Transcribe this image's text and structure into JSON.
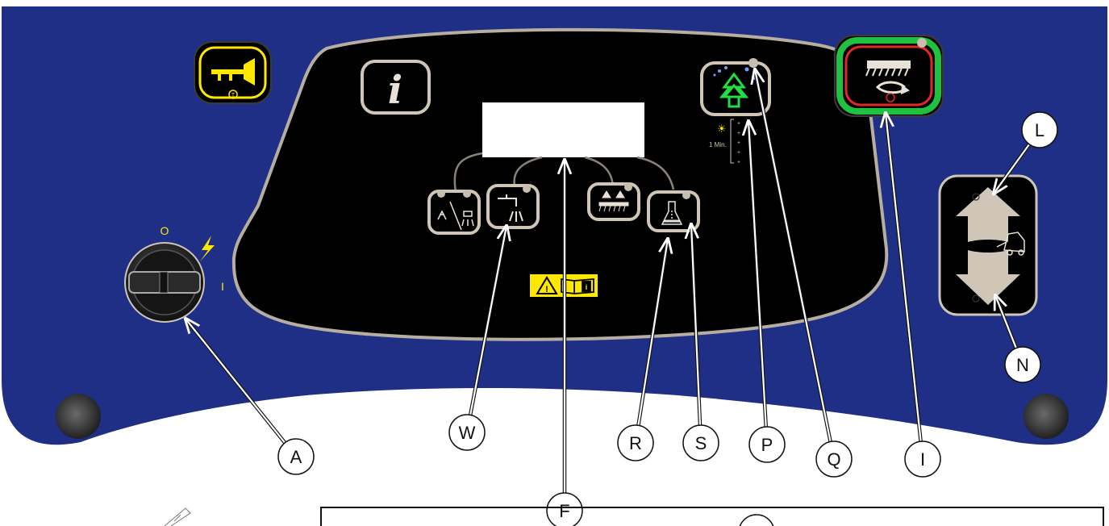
{
  "panel": {
    "body_color": "#1f2f86",
    "display_color": "#000000",
    "bezel_color": "#b8aea0",
    "horn_ring_color": "#ffe800",
    "brush_ring_outer_color": "#20c040",
    "brush_ring_inner_color": "#e02828",
    "eco_icon_color": "#22dd44",
    "warning_sticker_color": "#ffe800"
  },
  "key_switch": {
    "off_mark": "O",
    "on_mark": "I"
  },
  "eco": {
    "timer_text": "1 Min.",
    "timer_steps": [
      "+",
      "+",
      "+",
      "+",
      "+"
    ]
  },
  "callouts": [
    {
      "id": "A",
      "label": "A"
    },
    {
      "id": "W",
      "label": "W"
    },
    {
      "id": "F",
      "label": "F"
    },
    {
      "id": "R",
      "label": "R"
    },
    {
      "id": "S",
      "label": "S"
    },
    {
      "id": "P",
      "label": "P"
    },
    {
      "id": "Q",
      "label": "Q"
    },
    {
      "id": "I",
      "label": "I"
    },
    {
      "id": "L",
      "label": "L"
    },
    {
      "id": "N",
      "label": "N"
    }
  ],
  "icons": {
    "horn": "horn-icon",
    "info": "info-icon",
    "eco": "eco-mode-icon",
    "brush_rotation": "brush-rotation-icon",
    "brush_pressure": "brush-pressure-icon",
    "water_flow": "water-flow-icon",
    "solution_selector": "solution-selector-icon",
    "detergent": "detergent-icon",
    "drive_forward": "drive-forward-arrow-icon",
    "drive_reverse": "drive-reverse-arrow-icon",
    "warning": "warning-icon",
    "manual": "manual-icon"
  }
}
